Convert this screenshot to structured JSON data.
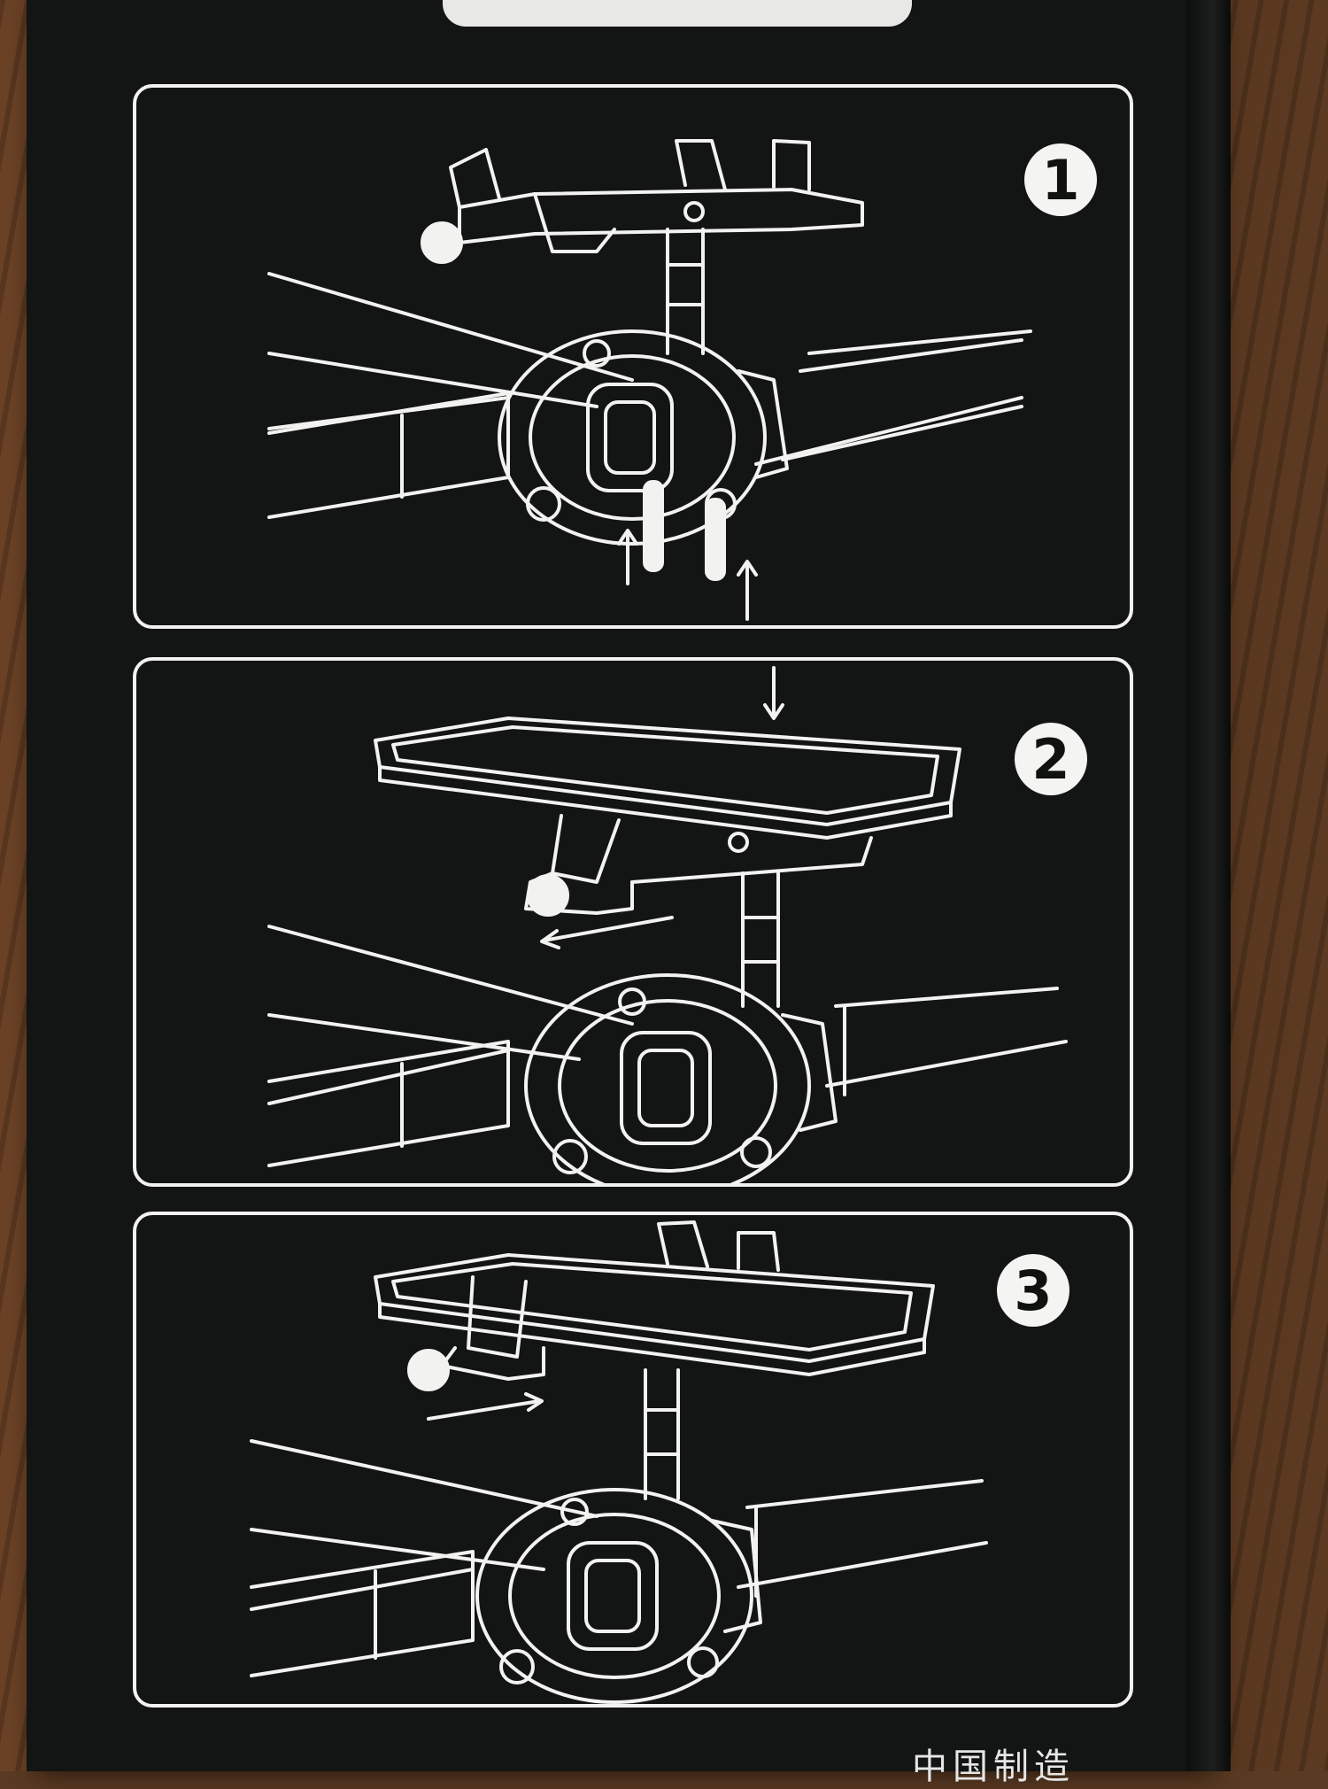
{
  "steps": [
    {
      "number": "1"
    },
    {
      "number": "2"
    },
    {
      "number": "3"
    }
  ],
  "footer": {
    "made_in": "中国制造"
  },
  "colors": {
    "box": "#121513",
    "line": "#f2f2f0",
    "wood": "#5a3a22"
  }
}
